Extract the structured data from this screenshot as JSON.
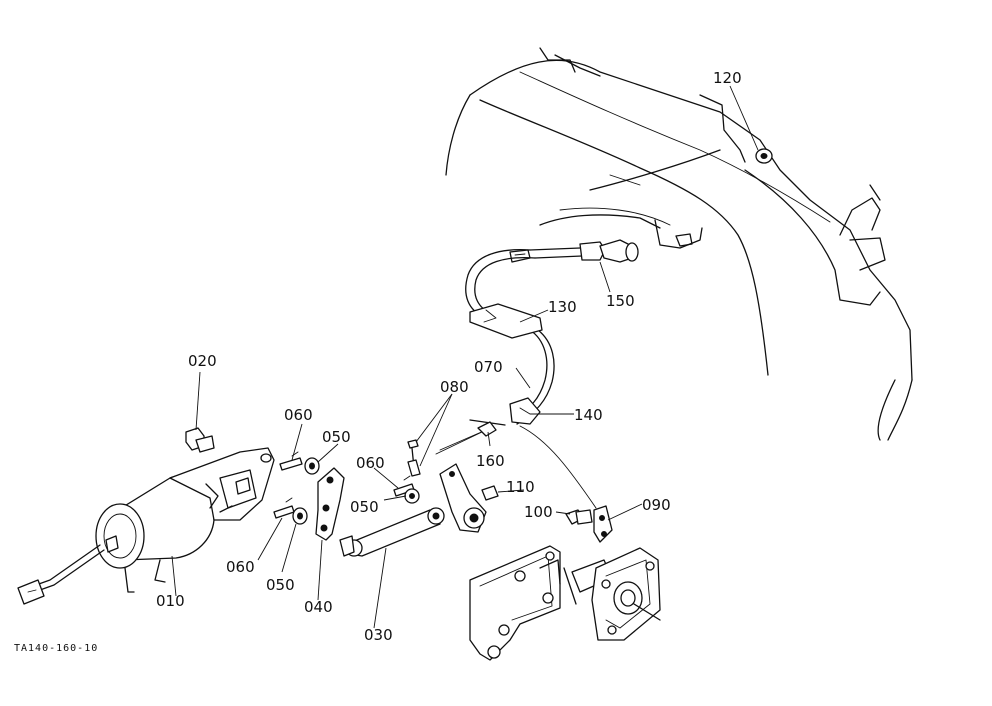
{
  "callouts": {
    "c010": "010",
    "c020": "020",
    "c030": "030",
    "c040": "040",
    "c050a": "050",
    "c050b": "050",
    "c050c": "050",
    "c060a": "060",
    "c060b": "060",
    "c060c": "060",
    "c070": "070",
    "c080": "080",
    "c090": "090",
    "c100": "100",
    "c110": "110",
    "c120": "120",
    "c130": "130",
    "c140": "140",
    "c150": "150",
    "c160": "160"
  },
  "drawing_code": "TA140-160-10"
}
